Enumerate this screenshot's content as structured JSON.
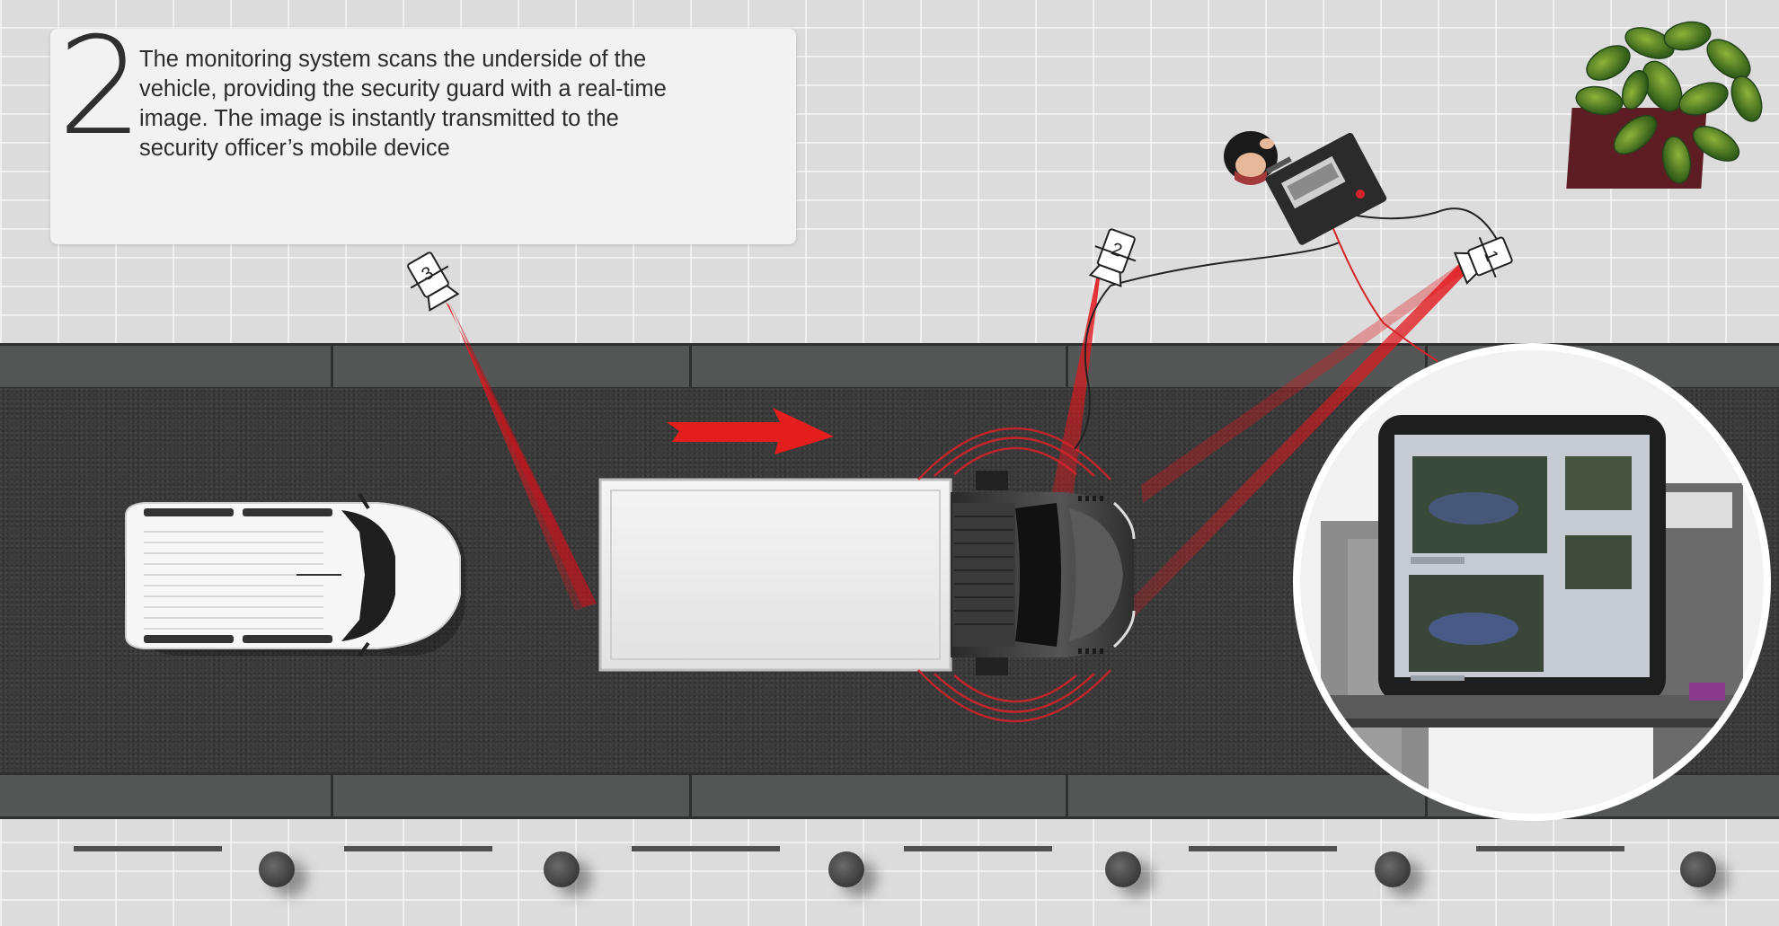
{
  "step": {
    "number": "2",
    "text_lines": [
      "The monitoring system scans the underside of the",
      "vehicle, providing the security guard with a real-time",
      "image. The image is instantly transmitted to the",
      "security officer’s mobile device"
    ]
  },
  "cameras": [
    {
      "label": "1"
    },
    {
      "label": "2"
    },
    {
      "label": "3"
    }
  ],
  "colors": {
    "beam": "#e3151b",
    "arrow": "#e41d1d",
    "road": "#3b3b3b",
    "curb": "#535655",
    "paving": "#dcdcdc",
    "text": "#2c2c2c"
  },
  "icons": {
    "direction": "right-arrow-icon",
    "guard": "security-guard-icon",
    "console": "control-unit-icon",
    "plant": "potted-plant-icon",
    "camera": "camera-icon"
  }
}
